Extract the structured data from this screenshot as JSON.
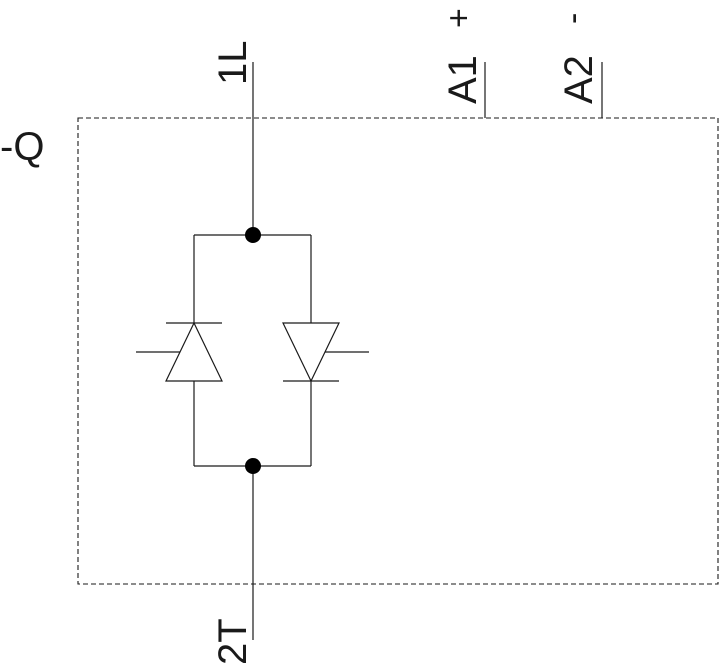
{
  "device": {
    "designation": "-Q"
  },
  "terminals": {
    "line_in": "1L",
    "load_out": "2T",
    "control_plus": "A1",
    "control_plus_sign": "+",
    "control_minus": "A2",
    "control_minus_sign": "-"
  },
  "colors": {
    "line": "#1a1a1a",
    "background": "#ffffff",
    "junction": "#000000"
  }
}
